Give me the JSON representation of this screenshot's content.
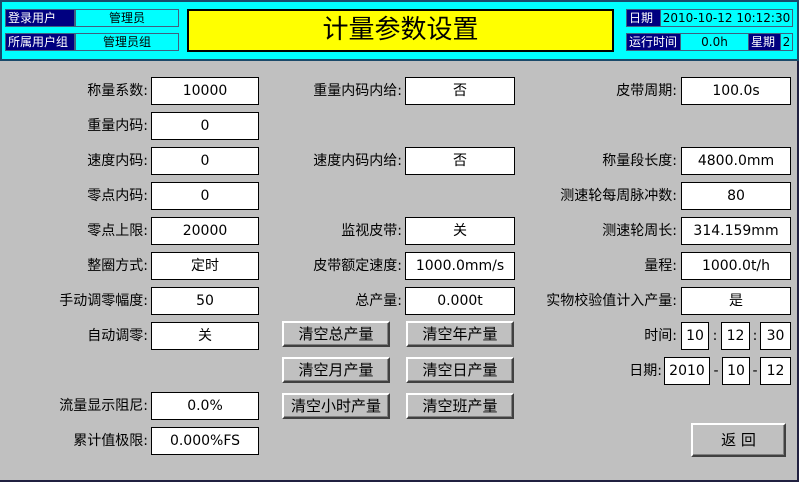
{
  "header": {
    "login_user_label": "登录用户",
    "login_user": "管理员",
    "group_label": "所属用户组",
    "group": "管理员组",
    "title": "计量参数设置",
    "date_label": "日期",
    "datetime": "2010-10-12 10:12:30",
    "runtime_label": "运行时间",
    "runtime": "0.0h",
    "weekday_label": "星期",
    "weekday": "2"
  },
  "left": [
    {
      "label": "称量系数:",
      "value": "10000"
    },
    {
      "label": "重量内码:",
      "value": "0"
    },
    {
      "label": "速度内码:",
      "value": "0"
    },
    {
      "label": "零点内码:",
      "value": "0"
    },
    {
      "label": "零点上限:",
      "value": "20000"
    },
    {
      "label": "整圈方式:",
      "value": "定时"
    },
    {
      "label": "手动调零幅度:",
      "value": "50"
    },
    {
      "label": "自动调零:",
      "value": "关"
    },
    {
      "label": "流量显示阻尼:",
      "value": "0.0%"
    },
    {
      "label": "累计值极限:",
      "value": "0.000%FS"
    }
  ],
  "middle": [
    {
      "label": "重量内码内给:",
      "value": "否"
    },
    {
      "label": "速度内码内给:",
      "value": "否"
    },
    {
      "label": "监视皮带:",
      "value": "关"
    },
    {
      "label": "皮带额定速度:",
      "value": "1000.0mm/s"
    },
    {
      "label": "总产量:",
      "value": "0.000t"
    }
  ],
  "buttons": [
    "清空总产量",
    "清空年产量",
    "清空月产量",
    "清空日产量",
    "清空小时产量",
    "清空班产量"
  ],
  "right": [
    {
      "label": "皮带周期:",
      "value": "100.0s"
    },
    {
      "label": "称量段长度:",
      "value": "4800.0mm"
    },
    {
      "label": "测速轮每周脉冲数:",
      "value": "80"
    },
    {
      "label": "测速轮周长:",
      "value": "314.159mm"
    },
    {
      "label": "量程:",
      "value": "1000.0t/h"
    },
    {
      "label": "实物校验值计入产量:",
      "value": "是"
    }
  ],
  "time": {
    "label": "时间:",
    "h": "10",
    "m": "12",
    "s": "30",
    "sep": ":"
  },
  "date": {
    "label": "日期:",
    "y": "2010",
    "mo": "10",
    "d": "12",
    "sep": "-"
  },
  "back_label": "返 回"
}
